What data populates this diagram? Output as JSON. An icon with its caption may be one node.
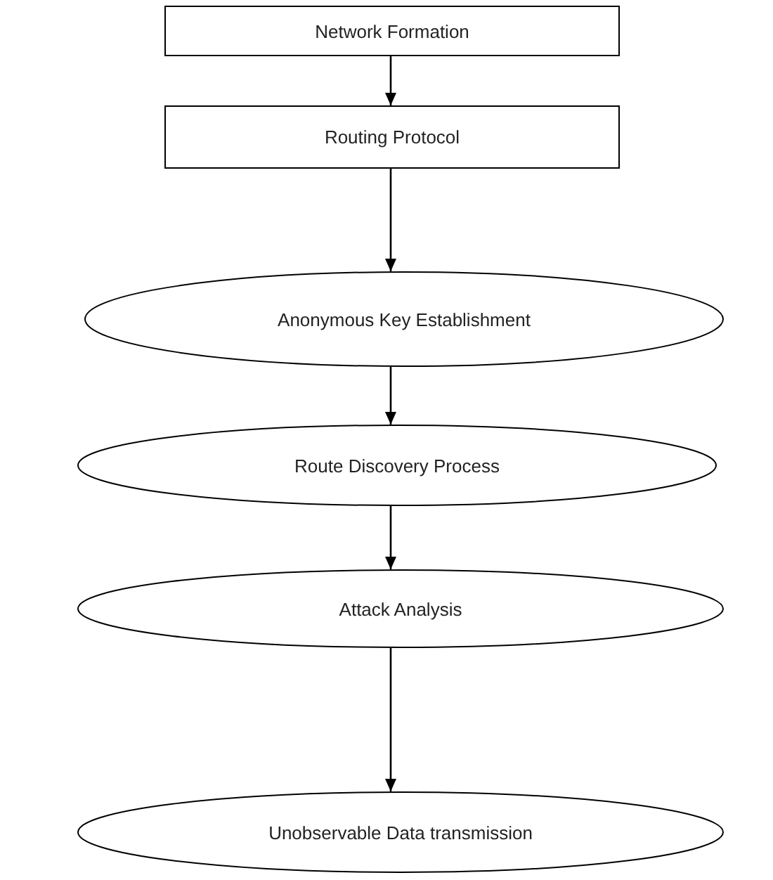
{
  "diagram": {
    "nodes": [
      {
        "text": [
          "Network Formation"
        ]
      },
      {
        "text": [
          "Routing Protocol"
        ]
      },
      {
        "text": [
          "Anonymous Key Establishment"
        ]
      },
      {
        "text": [
          "Route Discovery Process"
        ]
      },
      {
        "text": [
          "Attack Analysis"
        ]
      },
      {
        "text": [
          "Unobservable Data transmission"
        ]
      }
    ],
    "edges": [
      {
        "from": 0,
        "to": 1,
        "arrow": "to"
      },
      {
        "from": 1,
        "to": 2,
        "arrow": "to"
      },
      {
        "from": 2,
        "to": 3,
        "arrow": "to"
      },
      {
        "from": 3,
        "to": 4,
        "arrow": "to"
      },
      {
        "from": 4,
        "to": 5,
        "arrow": "to"
      }
    ]
  }
}
